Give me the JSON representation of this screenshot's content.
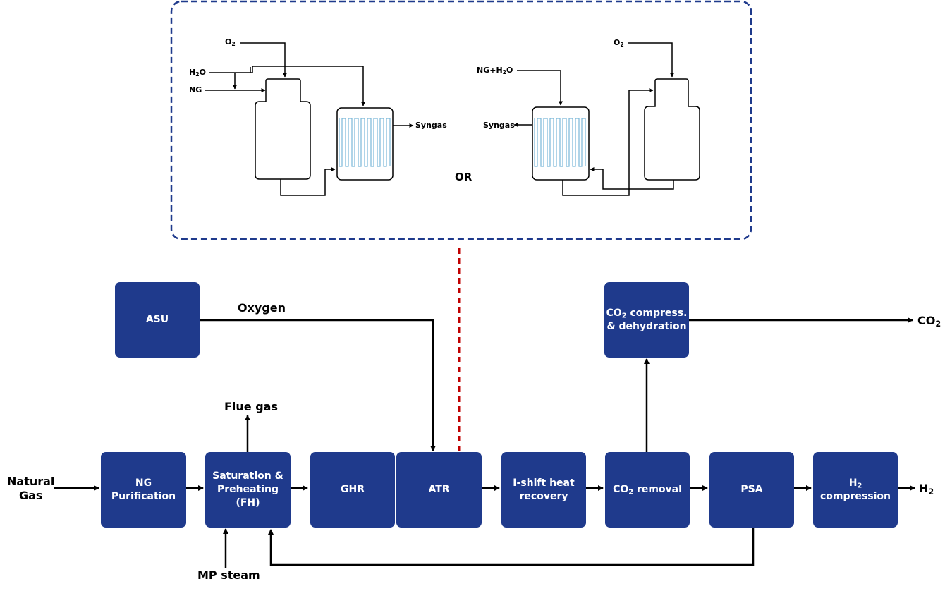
{
  "inset": {
    "or_label": "OR"
  },
  "inset_left": {
    "o2": {
      "main": "O",
      "sub": "2"
    },
    "h2o": {
      "main": "H",
      "sub": "2",
      "tail": "O"
    },
    "ng": "NG",
    "syngas": "Syngas"
  },
  "inset_right": {
    "ng_h2o": {
      "main": "NG+H",
      "sub": "2",
      "tail": "O"
    },
    "o2": {
      "main": "O",
      "sub": "2"
    },
    "syngas": "Syngas"
  },
  "blocks": {
    "asu": "ASU",
    "ng_purification": {
      "line1": "NG",
      "line2": "Purification"
    },
    "saturation": {
      "line1": "Saturation &",
      "line2": "Preheating",
      "line3": "(FH)"
    },
    "ghr": "GHR",
    "atr": "ATR",
    "ishift": {
      "line1": "I-shift heat",
      "line2": "recovery"
    },
    "co2_removal": {
      "main": "CO",
      "sub": "2",
      "tail": " removal"
    },
    "psa": "PSA",
    "h2_compression": {
      "main": "H",
      "sub": "2",
      "line2": "compression"
    },
    "co2_compress": {
      "main": "CO",
      "sub": "2",
      "tail": " compress.",
      "line2": "& dehydration"
    }
  },
  "streams": {
    "natural_gas": {
      "line1": "Natural",
      "line2": "Gas"
    },
    "oxygen": "Oxygen",
    "flue_gas": "Flue gas",
    "mp_steam": "MP steam",
    "co2_out": {
      "main": "CO",
      "sub": "2"
    },
    "h2_out": {
      "main": "H",
      "sub": "2"
    }
  },
  "colors": {
    "block_fill": "#1f3a8c",
    "inset_border": "#1f3a8c",
    "connector_dashed": "#c00000",
    "heat_exchanger_tubes": "#7ab8d8"
  }
}
